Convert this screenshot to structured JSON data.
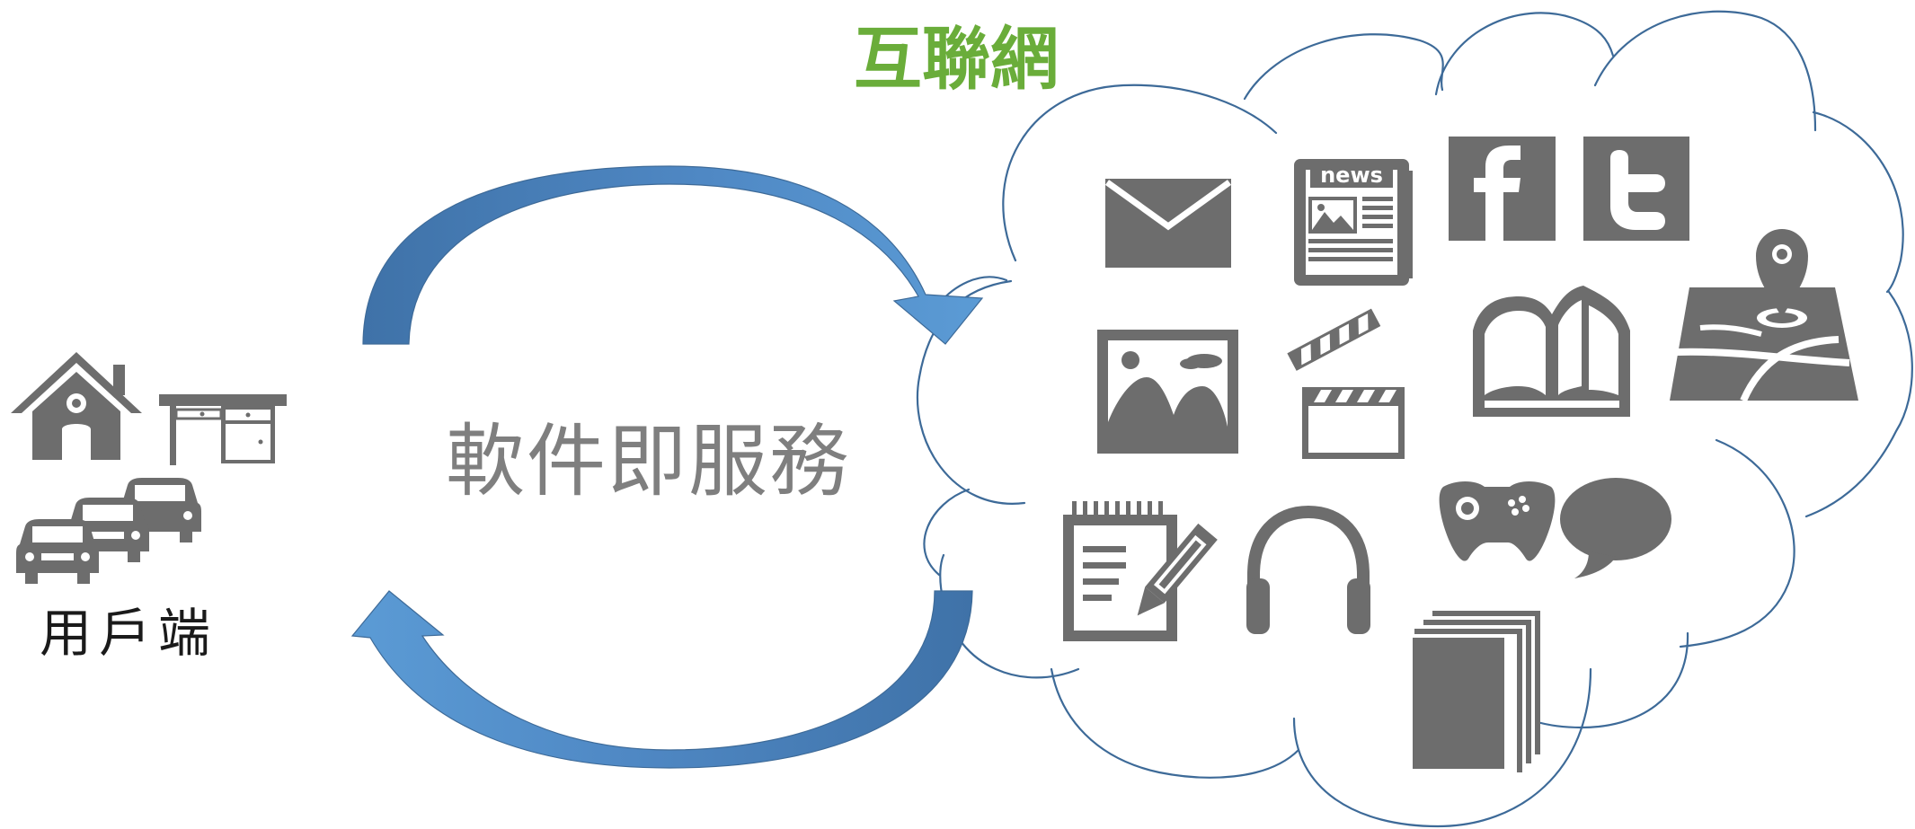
{
  "cloud": {
    "title": "互聯網"
  },
  "service": {
    "title": "軟件即服務"
  },
  "client": {
    "label": "用戶端",
    "icons": [
      "house-icon",
      "desk-icon",
      "cars-icon"
    ]
  },
  "arrows": {
    "top": {
      "direction": "left-to-right",
      "meaning": "client to internet"
    },
    "bottom": {
      "direction": "right-to-left",
      "meaning": "internet to client"
    }
  },
  "cloud_icons": [
    "mail-icon",
    "newspaper-icon",
    "facebook-icon",
    "twitter-icon",
    "image-icon",
    "clapperboard-icon",
    "book-icon",
    "map-pin-icon",
    "notepad-icon",
    "headphones-icon",
    "gamepad-icon",
    "chat-bubble-icon",
    "documents-icon"
  ],
  "news_text": "news",
  "colors": {
    "cloud_title": "#6aad3a",
    "service_title": "#7f7f7f",
    "client_label": "#1a1a1a",
    "icon_gray": "#6d6d6d",
    "cloud_stroke": "#3d6a98",
    "arrow_light": "#5b9bd5",
    "arrow_dark": "#3f72a8"
  }
}
